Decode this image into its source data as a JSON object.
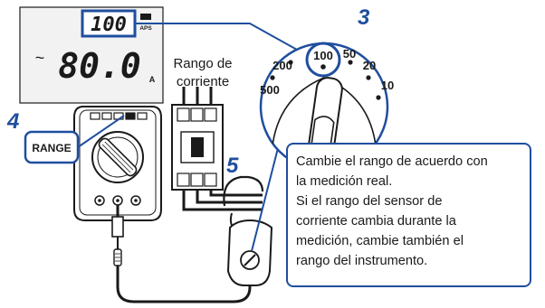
{
  "display": {
    "range_value": "100",
    "range_unit_tag": "APS",
    "ac_symbol": "~",
    "reading": "80.0",
    "reading_unit": "A"
  },
  "steps": {
    "step_range": "4",
    "step_dial": "3",
    "step_clamp": "5"
  },
  "meter": {
    "range_button": "RANGE"
  },
  "current_range_label": {
    "line1": "Rango de",
    "line2": "corriente"
  },
  "sensor_dial": {
    "ticks": [
      "500",
      "200",
      "100",
      "50",
      "20",
      "10"
    ]
  },
  "note": {
    "line1": "Cambie el rango de acuerdo con",
    "line2": "la medición real.",
    "line3": "Si el rango del sensor de",
    "line4": "corriente cambia durante la",
    "line5": "medición, cambie también el",
    "line6": "rango del instrumento."
  },
  "colors": {
    "accent": "#1f4e9e",
    "ink": "#1a1a1a",
    "panel_gray": "#f2f2f2"
  }
}
